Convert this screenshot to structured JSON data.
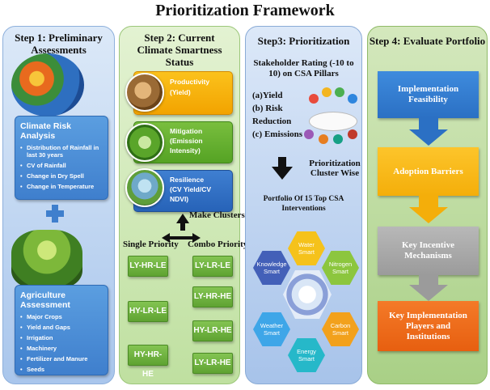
{
  "title": "Prioritization Framework",
  "step1": {
    "heading": "Step 1: Preliminary Assessments",
    "climate_risk": {
      "title": "Climate Risk Analysis",
      "items": [
        "Distribution of Rainfall in last 30 years",
        "CV of Rainfall",
        "Change in Dry Spell",
        "Change in Temperature"
      ]
    },
    "agriculture": {
      "title": "Agriculture Assessment",
      "items": [
        "Major Crops",
        "Yield and Gaps",
        "Irrigation",
        "Machinery",
        "Fertilizer and Manure",
        "Seeds"
      ]
    }
  },
  "step2": {
    "heading": "Step 2: Current Climate Smartness Status",
    "productivity": [
      "Productivity",
      "(Yield)"
    ],
    "mitigation": [
      "Mitigation",
      "(Emission",
      "Intensity)"
    ],
    "resilience": [
      "Resilience",
      "(CV Yield/CV",
      "NDVI)"
    ],
    "make_clusters": "Make Clusters",
    "single_label": "Single Priority",
    "combo_label": "Combo Priority",
    "single": [
      "LY-HR-LE",
      "HY-LR-LE",
      "HY-HR-HE"
    ],
    "combo": [
      "LY-LR-LE",
      "LY-HR-HE",
      "HY-LR-HE",
      "LY-LR-HE"
    ]
  },
  "step3": {
    "heading": "Step3: Prioritization",
    "stakeholder": "Stakeholder Rating (-10 to 10) on CSA Pillars",
    "pillars": [
      "(a)Yield",
      "(b) Risk",
      "Reduction",
      "(c) Emissions"
    ],
    "prioritization": "Prioritization Cluster Wise",
    "portfolio": "Portfolio Of 15 Top CSA Interventions",
    "hexes": {
      "water": [
        "Water",
        "Smart"
      ],
      "nitrogen": [
        "Nitrogen",
        "Smart"
      ],
      "carbon": [
        "Carbon",
        "Smart"
      ],
      "energy": [
        "Energy",
        "Smart"
      ],
      "weather": [
        "Weather",
        "Smart"
      ],
      "knowledge": [
        "Knowledge",
        "Smart"
      ]
    }
  },
  "step4": {
    "heading": "Step 4: Evaluate Portfolio",
    "boxes": [
      "Implementation Feasibility",
      "Adoption Barriers",
      "Key Incentive Mechanisms",
      "Key Implementation Players and Institutions"
    ]
  },
  "colors": {
    "blue": "#2b70c4",
    "yellow": "#f4ae0a",
    "gray": "#9b9b9b",
    "orange": "#e75f10",
    "green": "#5fa332"
  }
}
